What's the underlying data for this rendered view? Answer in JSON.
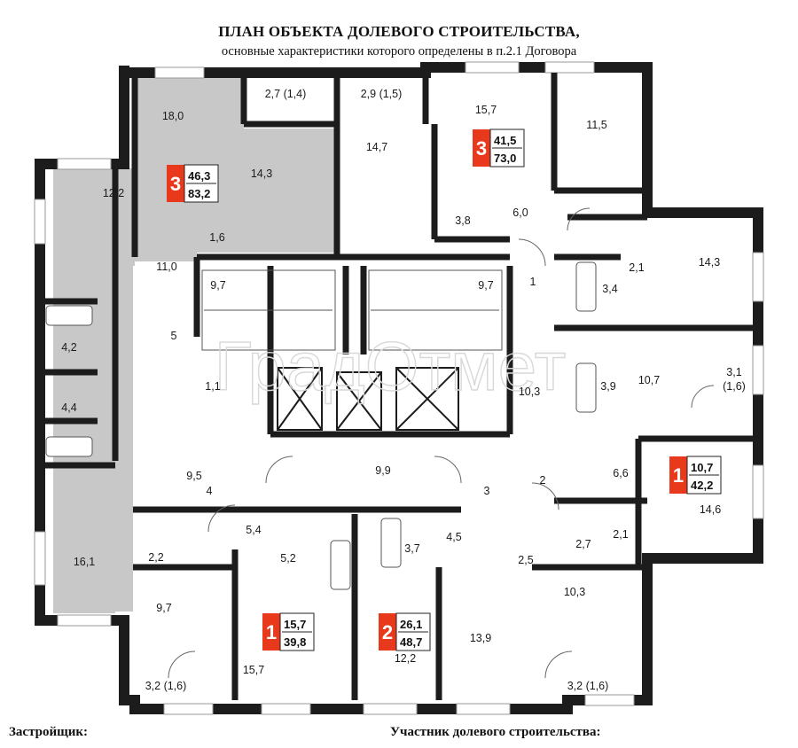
{
  "header": {
    "title": "ПЛАН ОБЪЕКТА ДОЛЕВОГО СТРОИТЕЛЬСТВА,",
    "subtitle": "основные характеристики которого определены в п.2.1 Договора"
  },
  "footer": {
    "developer_label": "Застройщик:",
    "participant_label": "Участник долевого строительства:"
  },
  "watermark": "ГрадОтмет",
  "colors": {
    "accent": "#e8391d",
    "selected_unit": "#c8c8c8",
    "wall": "#1c1c1c"
  },
  "apartments": [
    {
      "rooms": "3",
      "living": "46,3",
      "total": "83,2",
      "highlighted": true
    },
    {
      "rooms": "3",
      "living": "41,5",
      "total": "73,0",
      "highlighted": false
    },
    {
      "rooms": "1",
      "living": "10,7",
      "total": "42,2",
      "highlighted": false
    },
    {
      "rooms": "1",
      "living": "15,7",
      "total": "39,8",
      "highlighted": false
    },
    {
      "rooms": "2",
      "living": "26,1",
      "total": "48,7",
      "highlighted": false
    }
  ],
  "room_labels": [
    "18,0",
    "2,7 (1,4)",
    "2,9 (1,5)",
    "15,7",
    "11,5",
    "14,3",
    "14,7",
    "12,2",
    "1,6",
    "3,8",
    "6,0",
    "11,0",
    "9,7",
    "9,7",
    "1",
    "2,1",
    "14,3",
    "3,4",
    "5",
    "4,2",
    "1,1",
    "10,3",
    "3,9",
    "10,7",
    "3,1\n(1,6)",
    "4,4",
    "9,5",
    "4",
    "9,9",
    "3",
    "2",
    "6,6",
    "14,6",
    "5,4",
    "3,7",
    "4,5",
    "2,7",
    "2,1",
    "2,2",
    "5,2",
    "2,5",
    "16,1",
    "9,7",
    "10,3",
    "13,9",
    "15,7",
    "12,2",
    "3,2 (1,6)",
    "3,2 (1,6)"
  ]
}
